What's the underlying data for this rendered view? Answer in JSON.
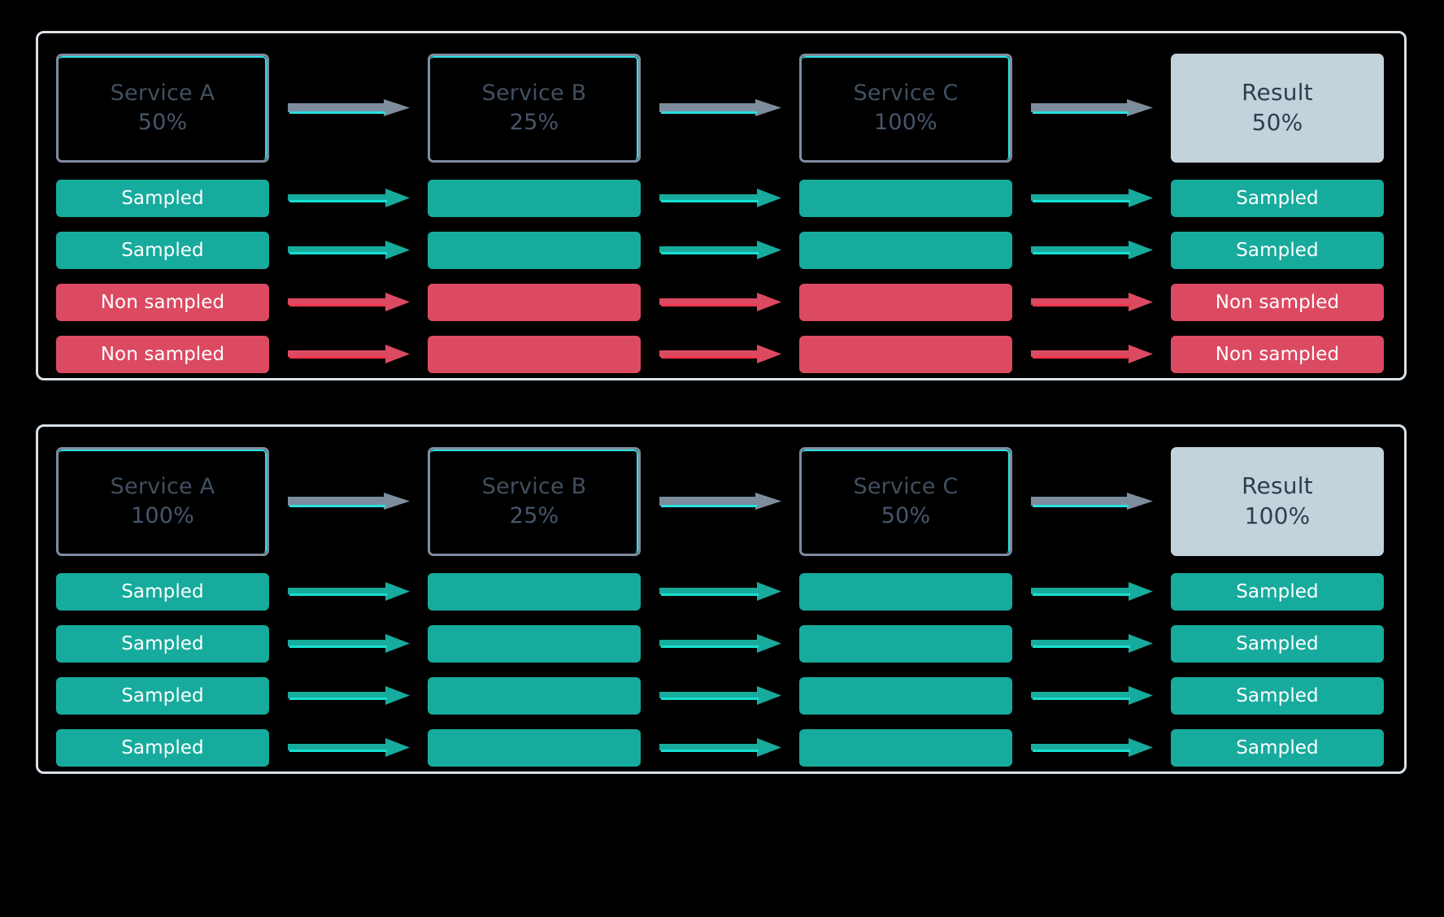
{
  "colors": {
    "background": "#000000",
    "panel_border": "#d9e1e8",
    "service_box_border": "#7e8d9e",
    "service_box_accent": "#29e0e0",
    "service_text": "#41505f",
    "result_fill": "#c4d2dc",
    "result_text": "#2d3e4f",
    "sampled": "#17ab9d",
    "sampled_accent": "#17e0d0",
    "non_sampled": "#dc4a62",
    "non_sampled_accent": "#f2394f",
    "header_arrow": "#7e8d9e",
    "header_arrow_accent": "#29e0e0",
    "bar_text": "#ffffff"
  },
  "panels": [
    {
      "id": "panel-top",
      "services": [
        {
          "name": "Service A",
          "percent": "50%"
        },
        {
          "name": "Service B",
          "percent": "25%"
        },
        {
          "name": "Service C",
          "percent": "100%"
        }
      ],
      "result": {
        "name": "Result",
        "percent": "50%"
      },
      "traces": [
        {
          "status": "sampled",
          "label": "Sampled",
          "middle_label": ""
        },
        {
          "status": "sampled",
          "label": "Sampled",
          "middle_label": ""
        },
        {
          "status": "nonsampled",
          "label": "Non sampled",
          "middle_label": ""
        },
        {
          "status": "nonsampled",
          "label": "Non sampled",
          "middle_label": ""
        }
      ]
    },
    {
      "id": "panel-bottom",
      "services": [
        {
          "name": "Service A",
          "percent": "100%"
        },
        {
          "name": "Service B",
          "percent": "25%"
        },
        {
          "name": "Service C",
          "percent": "50%"
        }
      ],
      "result": {
        "name": "Result",
        "percent": "100%"
      },
      "traces": [
        {
          "status": "sampled",
          "label": "Sampled",
          "middle_label": ""
        },
        {
          "status": "sampled",
          "label": "Sampled",
          "middle_label": ""
        },
        {
          "status": "sampled",
          "label": "Sampled",
          "middle_label": ""
        },
        {
          "status": "sampled",
          "label": "Sampled",
          "middle_label": ""
        }
      ]
    }
  ]
}
